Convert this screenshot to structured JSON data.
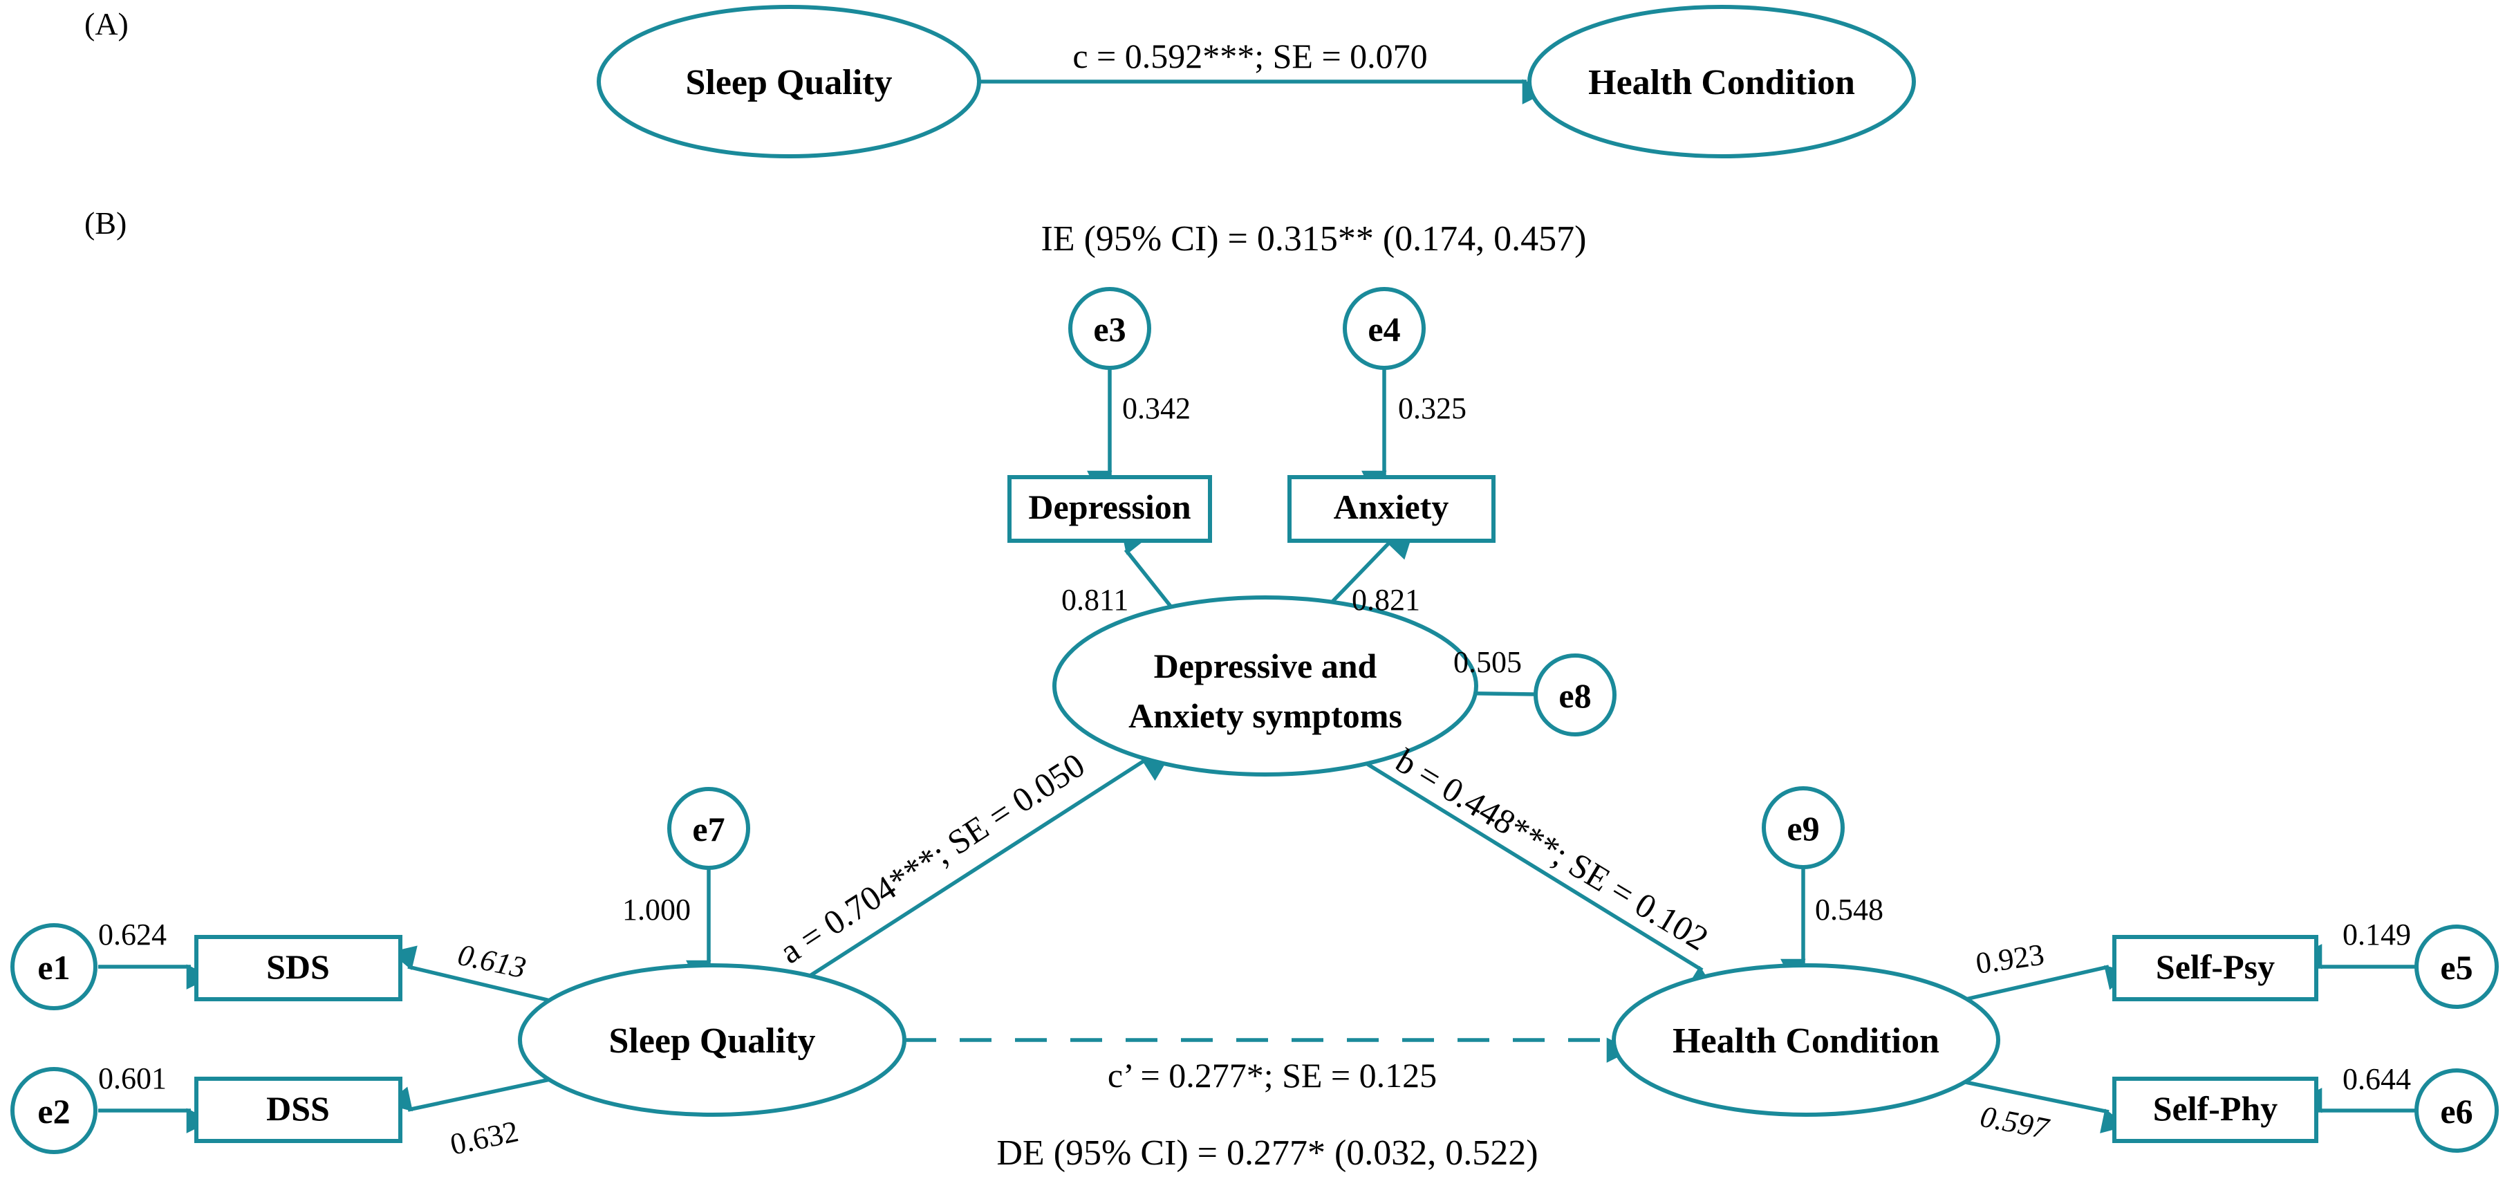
{
  "colors": {
    "accent": "#1a8a9a",
    "text": "#000000",
    "background": "#ffffff"
  },
  "panel_a": {
    "label": "(A)",
    "sleep_quality": "Sleep Quality",
    "health_condition": "Health Condition",
    "path_c": "c = 0.592***; SE = 0.070"
  },
  "panel_b": {
    "label": "(B)",
    "indirect_effect": "IE (95% CI) = 0.315** (0.174, 0.457)",
    "direct_effect": "DE (95% CI) =  0.277* (0.032, 0.522)",
    "latent": {
      "mediator_line1": "Depressive and",
      "mediator_line2": "Anxiety symptoms",
      "sleep_quality": "Sleep Quality",
      "health_condition": "Health Condition"
    },
    "observed": {
      "depression": "Depression",
      "anxiety": "Anxiety",
      "sds": "SDS",
      "dss": "DSS",
      "self_psy": "Self-Psy",
      "self_phy": "Self-Phy"
    },
    "errors": {
      "e1": "e1",
      "e2": "e2",
      "e3": "e3",
      "e4": "e4",
      "e5": "e5",
      "e6": "e6",
      "e7": "e7",
      "e8": "e8",
      "e9": "e9"
    },
    "paths": {
      "a": "a = 0.704***; SE = 0.050",
      "b": "b = 0.448***; SE = 0.102",
      "c_prime": "c’   = 0.277*; SE = 0.125"
    },
    "loadings": {
      "e3_depression": "0.342",
      "e4_anxiety": "0.325",
      "mediator_depression": "0.811",
      "mediator_anxiety": "0.821",
      "e8_mediator": "0.505",
      "e7_sleep": "1.000",
      "e1_sds": "0.624",
      "e2_dss": "0.601",
      "sleep_sds": "0.613",
      "sleep_dss": "0.632",
      "e9_health": "0.548",
      "health_selfpsy": "0.923",
      "health_selfphy": "0.597",
      "e5_selfpsy": "0.149",
      "e6_selfphy": "0.644"
    }
  }
}
